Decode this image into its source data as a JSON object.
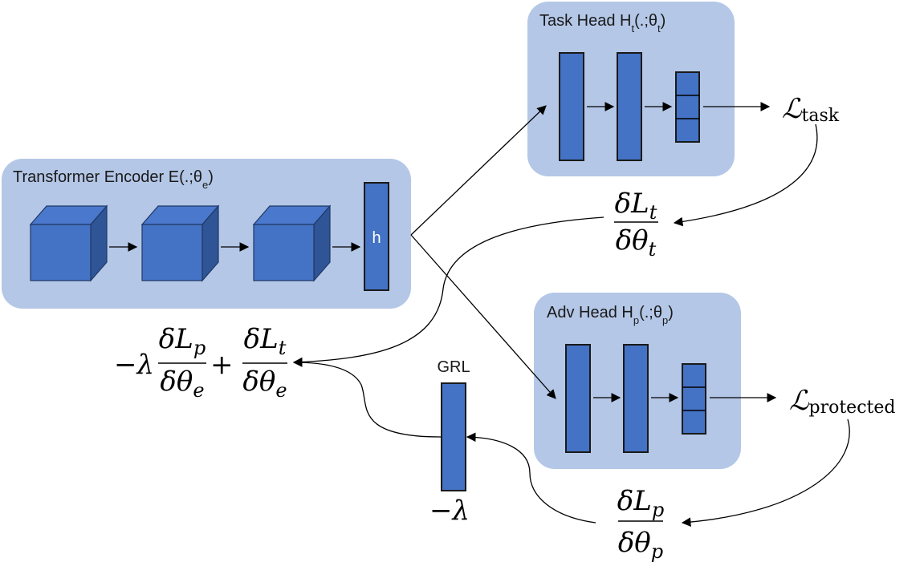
{
  "encoder": {
    "title": "Transformer Encoder E(.;θ",
    "title_sub": "e",
    "title_end": ")",
    "h_label": "h"
  },
  "task_head": {
    "title": "Task Head H",
    "title_sub1": "t",
    "title_mid": "(.;θ",
    "title_sub2": "t",
    "title_end": ")"
  },
  "adv_head": {
    "title": "Adv Head H",
    "title_sub1": "p",
    "title_mid": "(.;θ",
    "title_sub2": "p",
    "title_end": ")"
  },
  "grl": {
    "label": "GRL",
    "lambda_label": "−λ"
  },
  "losses": {
    "task_symbol": "ℒ",
    "task_sub": "task",
    "protected_symbol": "ℒ",
    "protected_sub": "protected"
  },
  "gradients": {
    "task": {
      "num": "δL",
      "num_sub": "t",
      "den": "δθ",
      "den_sub": "t"
    },
    "protected": {
      "num": "δL",
      "num_sub": "p",
      "den": "δθ",
      "den_sub": "p"
    },
    "encoder": {
      "prefix": "−λ",
      "t1_num": "δL",
      "t1_num_sub": "p",
      "t1_den": "δθ",
      "t1_den_sub": "e",
      "plus": "+",
      "t2_num": "δL",
      "t2_num_sub": "t",
      "t2_den": "δθ",
      "t2_den_sub": "e"
    }
  },
  "colors": {
    "panel": "#B4C7E7",
    "block": "#4472C4",
    "block_dark": "#2F5597"
  }
}
